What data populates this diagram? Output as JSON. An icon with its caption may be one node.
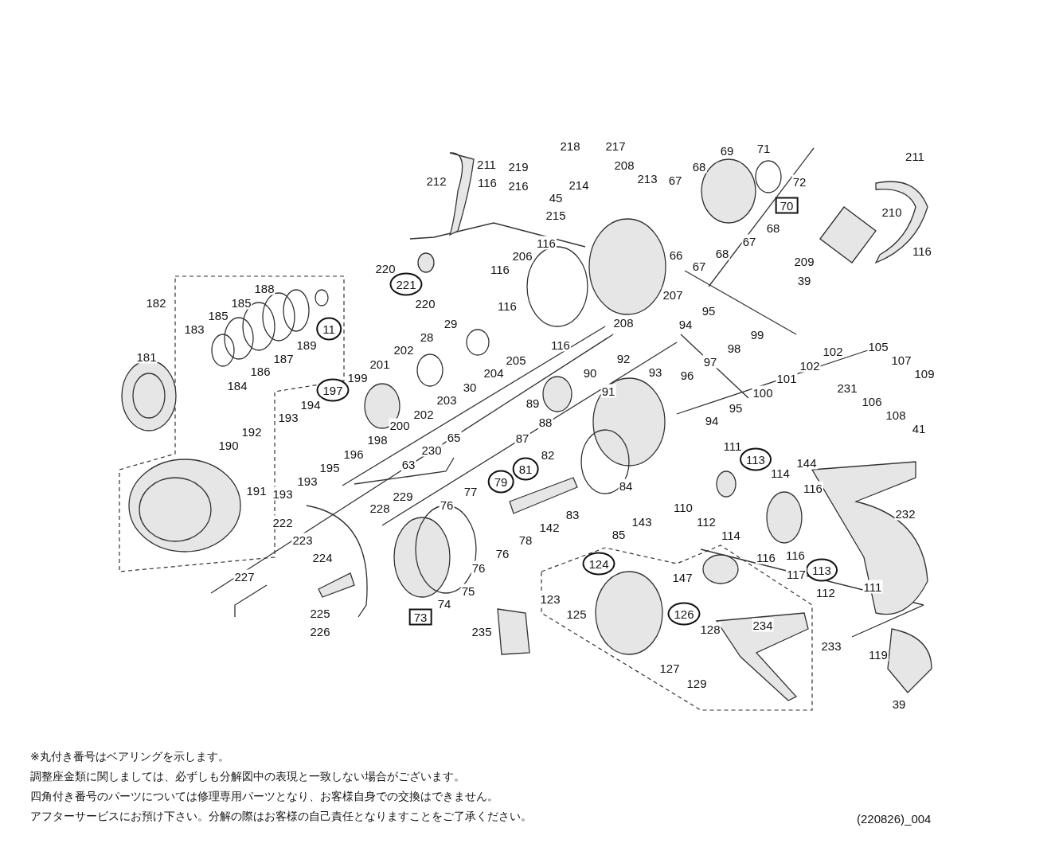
{
  "diagram": {
    "nodes": [
      {
        "text": [
          "70"
        ]
      },
      {
        "text": [
          "221"
        ]
      },
      {
        "text": [
          "11"
        ]
      },
      {
        "text": [
          "197"
        ]
      },
      {
        "text": [
          "81"
        ]
      },
      {
        "text": [
          "79"
        ]
      },
      {
        "text": [
          "113"
        ]
      },
      {
        "text": [
          "113"
        ]
      },
      {
        "text": [
          "124"
        ]
      },
      {
        "text": [
          "126"
        ]
      },
      {
        "text": [
          "73"
        ]
      }
    ],
    "labels": [
      "211",
      "212",
      "116",
      "218",
      "217",
      "219",
      "216",
      "208",
      "214",
      "213",
      "45",
      "215",
      "69",
      "71",
      "67",
      "68",
      "72",
      "211",
      "210",
      "68",
      "67",
      "68",
      "66",
      "67",
      "209",
      "116",
      "39",
      "220",
      "220",
      "116",
      "206",
      "116",
      "116",
      "207",
      "208",
      "116",
      "182",
      "188",
      "185",
      "185",
      "183",
      "189",
      "187",
      "186",
      "184",
      "181",
      "29",
      "28",
      "202",
      "201",
      "205",
      "204",
      "30",
      "203",
      "202",
      "199",
      "200",
      "198",
      "194",
      "193",
      "196",
      "195",
      "193",
      "193",
      "192",
      "190",
      "191",
      "95",
      "94",
      "99",
      "98",
      "97",
      "96",
      "102",
      "102",
      "101",
      "100",
      "95",
      "94",
      "105",
      "107",
      "109",
      "231",
      "106",
      "108",
      "41",
      "92",
      "93",
      "90",
      "91",
      "89",
      "88",
      "87",
      "82",
      "65",
      "230",
      "63",
      "229",
      "228",
      "77",
      "76",
      "84",
      "83",
      "85",
      "143",
      "111",
      "114",
      "144",
      "116",
      "110",
      "112",
      "114",
      "232",
      "116",
      "116",
      "117",
      "112",
      "111",
      "142",
      "78",
      "76",
      "76",
      "75",
      "74",
      "222",
      "223",
      "224",
      "227",
      "225",
      "226",
      "147",
      "123",
      "125",
      "234",
      "233",
      "128",
      "127",
      "129",
      "235",
      "119",
      "39",
      "※丸付き番号はベアリングを示します。",
      "調整座金類に関しましては、必ずしも分解図中の表現と一致しない場合がございます。",
      "四角付き番号のパーツについては修理専用パーツとなり、お客様自身での交換はできません。",
      "アフターサービスにお預け下さい。分解の際はお客様の自己責任となりますことをご了承ください。",
      "(220826)_004"
    ]
  }
}
